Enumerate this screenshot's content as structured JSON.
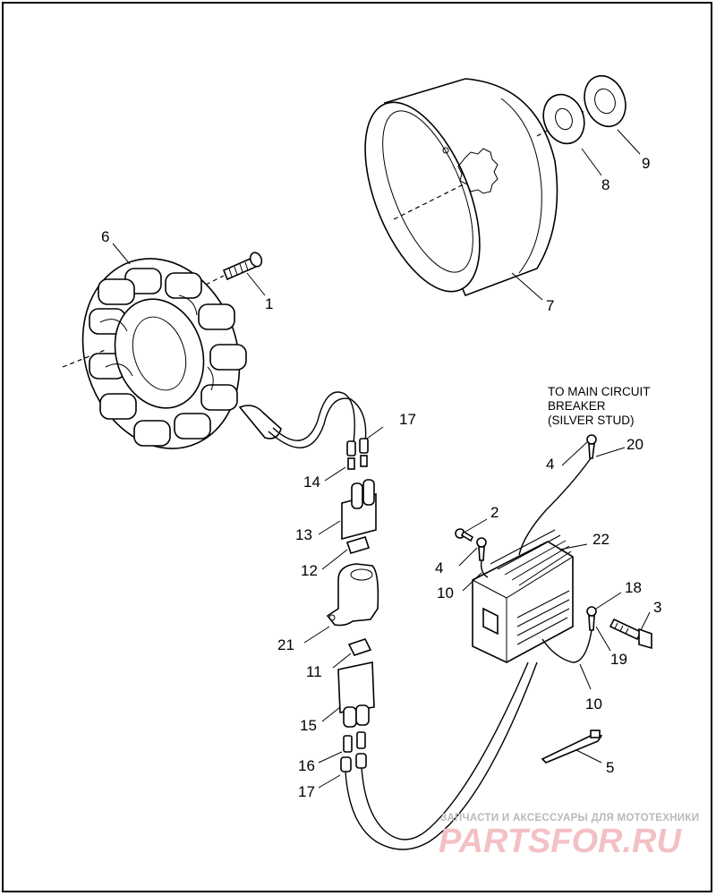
{
  "callouts": [
    {
      "id": "c1",
      "text": "1"
    },
    {
      "id": "c2",
      "text": "2"
    },
    {
      "id": "c3",
      "text": "3"
    },
    {
      "id": "c4a",
      "text": "4"
    },
    {
      "id": "c4b",
      "text": "4"
    },
    {
      "id": "c5",
      "text": "5"
    },
    {
      "id": "c6",
      "text": "6"
    },
    {
      "id": "c7",
      "text": "7"
    },
    {
      "id": "c8",
      "text": "8"
    },
    {
      "id": "c9",
      "text": "9"
    },
    {
      "id": "c10a",
      "text": "10"
    },
    {
      "id": "c10b",
      "text": "10"
    },
    {
      "id": "c11",
      "text": "11"
    },
    {
      "id": "c12",
      "text": "12"
    },
    {
      "id": "c13",
      "text": "13"
    },
    {
      "id": "c14",
      "text": "14"
    },
    {
      "id": "c15",
      "text": "15"
    },
    {
      "id": "c16",
      "text": "16"
    },
    {
      "id": "c17a",
      "text": "17"
    },
    {
      "id": "c17b",
      "text": "17"
    },
    {
      "id": "c18",
      "text": "18"
    },
    {
      "id": "c19",
      "text": "19"
    },
    {
      "id": "c20",
      "text": "20"
    },
    {
      "id": "c21",
      "text": "21"
    },
    {
      "id": "c22",
      "text": "22"
    }
  ],
  "note": {
    "lines": [
      "TO MAIN CIRCUIT",
      "BREAKER",
      "(SILVER STUD)"
    ]
  },
  "watermark": {
    "top": "ЗАПЧАСТИ И АКСЕССУАРЫ ДЛЯ МОТОТЕХНИКИ",
    "logo": "PARTSFOR.RU"
  }
}
